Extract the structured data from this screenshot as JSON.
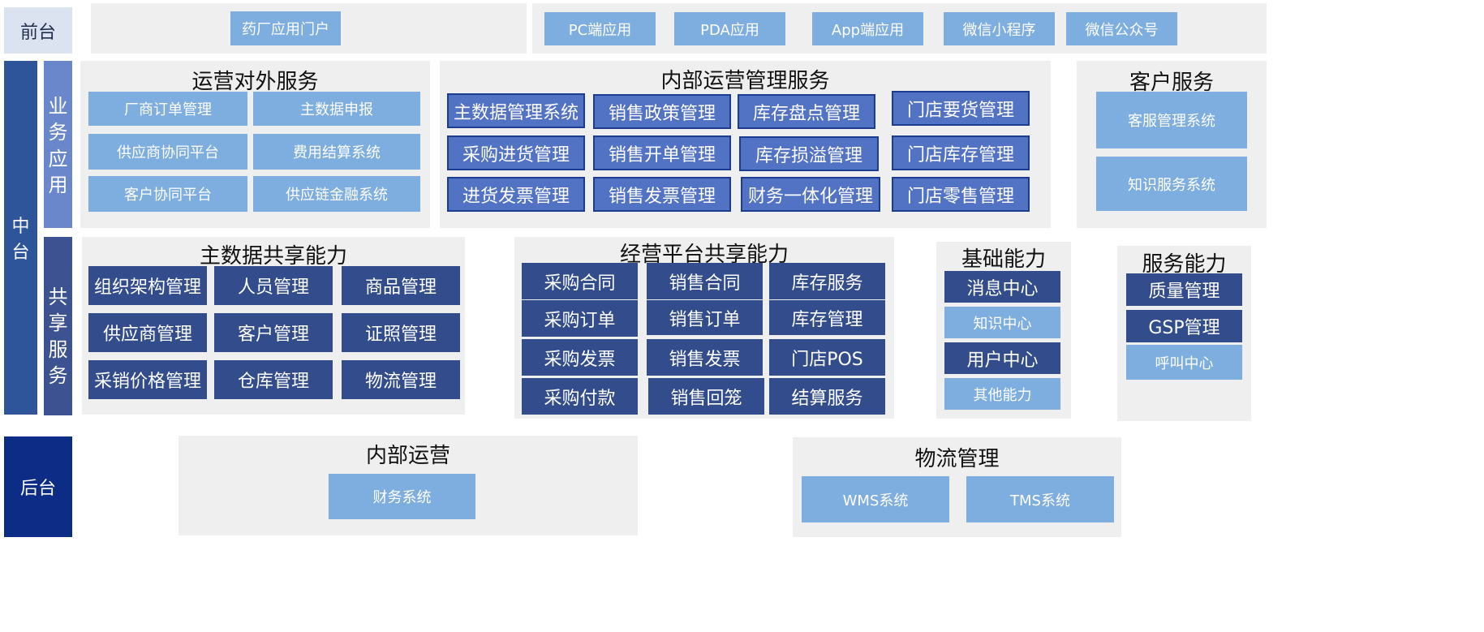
{
  "tiers": {
    "front": "前台",
    "middle": "中\n台",
    "back": "后台",
    "business_apps": "业\n务\n应\n用",
    "shared_services": "共\n享\n服\n务"
  },
  "front": {
    "portal": "药厂应用门户",
    "apps": [
      "PC端应用",
      "PDA应用",
      "App端应用",
      "微信小程序",
      "微信公众号"
    ]
  },
  "external_services": {
    "title": "运营对外服务",
    "items": [
      "厂商订单管理",
      "主数据申报",
      "供应商协同平台",
      "费用结算系统",
      "客户协同平台",
      "供应链金融系统"
    ]
  },
  "internal_services": {
    "title": "内部运营管理服务",
    "items": [
      "主数据管理系统",
      "销售政策管理",
      "库存盘点管理",
      "门店要货管理",
      "采购进货管理",
      "销售开单管理",
      "库存损溢管理",
      "门店库存管理",
      "进货发票管理",
      "销售发票管理",
      "财务一体化管理",
      "门店零售管理"
    ]
  },
  "customer_services": {
    "title": "客户服务",
    "items": [
      "客服管理系统",
      "知识服务系统"
    ]
  },
  "master_data": {
    "title": "主数据共享能力",
    "items": [
      "组织架构管理",
      "人员管理",
      "商品管理",
      "供应商管理",
      "客户管理",
      "证照管理",
      "采销价格管理",
      "仓库管理",
      "物流管理"
    ]
  },
  "operation_platform": {
    "title": "经营平台共享能力",
    "items": [
      "采购合同",
      "销售合同",
      "库存服务",
      "采购订单",
      "销售订单",
      "库存管理",
      "采购发票",
      "销售发票",
      "门店POS",
      "采购付款",
      "销售回笼",
      "结算服务"
    ]
  },
  "basic_capability": {
    "title": "基础能力",
    "items": [
      "消息中心",
      "知识中心",
      "用户中心",
      "其他能力"
    ]
  },
  "service_capability": {
    "title": "服务能力",
    "items": [
      "质量管理",
      "GSP管理",
      "呼叫中心"
    ]
  },
  "internal_ops": {
    "title": "内部运营",
    "items": [
      "财务系统"
    ]
  },
  "logistics": {
    "title": "物流管理",
    "items": [
      "WMS系统",
      "TMS系统"
    ]
  },
  "colors": {
    "light_box": "#7eaedf",
    "medium_box": "#5272c3",
    "dark_box": "#334d8c",
    "middle_tier": "#2e5599",
    "back_tier": "#0d2c86",
    "panel": "#efefef"
  }
}
